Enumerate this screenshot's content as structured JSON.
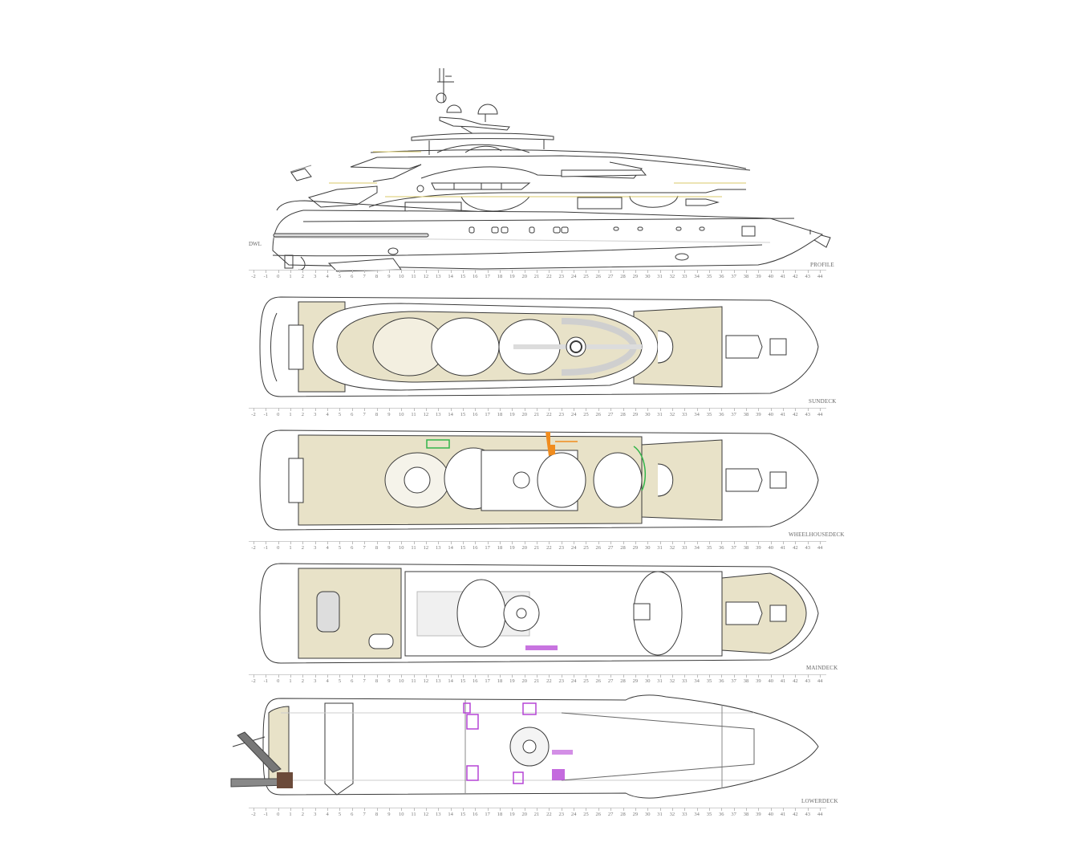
{
  "drawing": {
    "type": "yacht general arrangement",
    "background": "#ffffff",
    "colors": {
      "line": "#3a3a3a",
      "light_line": "#b8b8b8",
      "teak_deck": "#e8e2c8",
      "interior_grey": "#dcdcdc",
      "accent_green": "#33b54a",
      "accent_orange": "#f08c1e",
      "accent_purple": "#b545d6",
      "accent_yellow_trim": "#d9c96a"
    },
    "waterline_label": "DWL",
    "scale": {
      "ticks": [
        "-2",
        "-1",
        "0",
        "1",
        "2",
        "3",
        "4",
        "5",
        "6",
        "7",
        "8",
        "9",
        "10",
        "11",
        "12",
        "13",
        "14",
        "15",
        "16",
        "17",
        "18",
        "19",
        "20",
        "21",
        "22",
        "23",
        "24",
        "25",
        "26",
        "27",
        "28",
        "29",
        "30",
        "31",
        "32",
        "33",
        "34",
        "35",
        "36",
        "37",
        "38",
        "39",
        "40",
        "41",
        "42",
        "43",
        "44"
      ]
    },
    "views": [
      {
        "id": "profile",
        "label": "PROFILE"
      },
      {
        "id": "sundeck",
        "label": "SUNDECK"
      },
      {
        "id": "wheelhousedeck",
        "label": "WHEELHOUSEDECK"
      },
      {
        "id": "maindeck",
        "label": "MAINDECK"
      },
      {
        "id": "lowerdeck",
        "label": "LOWERDECK"
      }
    ]
  }
}
